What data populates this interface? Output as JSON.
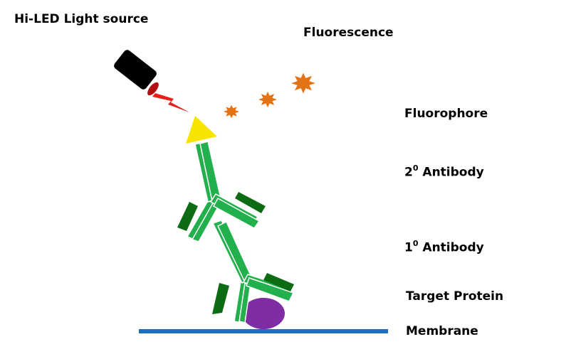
{
  "labels": {
    "light_source": "Hi-LED Light source",
    "fluorescence": "Fluorescence",
    "fluorophore": "Fluorophore",
    "secondary_antibody": {
      "sup": "0",
      "text": " Antibody",
      "prefix": "2"
    },
    "primary_antibody": {
      "sup": "0",
      "text": " Antibody",
      "prefix": "1"
    },
    "target_protein": "Target Protein",
    "membrane": "Membrane"
  },
  "colors": {
    "antibody_heavy": "#22b04c",
    "antibody_outline": "#ffffff",
    "antibody_light": "#0d6b14",
    "fluorophore": "#f6e500",
    "fluorescence_star": "#e37315",
    "light_beam": "#e8201c",
    "led_body": "#000000",
    "led_lens": "#b01010",
    "target_protein": "#7e2ea2",
    "membrane": "#1d6fc2"
  }
}
